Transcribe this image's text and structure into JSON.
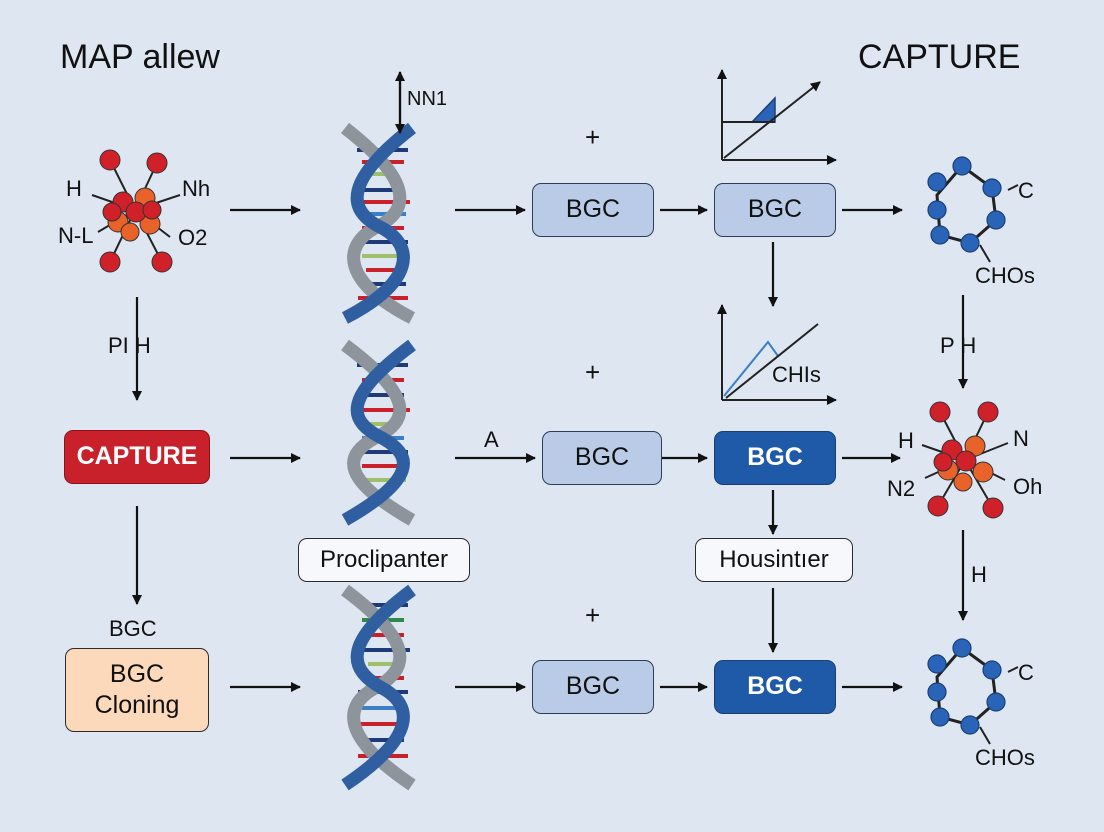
{
  "titles": {
    "left": "MAP allew",
    "right": "CAPTURE"
  },
  "molecule_top_left": {
    "h": "H",
    "n_right": "Nh",
    "n_left": "N-L",
    "o": "O2"
  },
  "arrow_top_dna_label": "NN1",
  "plus_sign": "+",
  "left_column": {
    "arrow_label": "PI  H",
    "capture_box": "CAPTURE",
    "bgc_label": "BGC",
    "cloning_line1": "BGC",
    "cloning_line2": "Cloning"
  },
  "middle": {
    "arrow_a_label": "A",
    "proclipanter": "Proclipanter",
    "housintier": "Housintıer"
  },
  "boxes": {
    "bgc": "BGC"
  },
  "graph_mid_label": "CHIs",
  "right_column": {
    "ring_top": {
      "c": "C",
      "cho": "CHOs"
    },
    "arrow_label_1": "P  H",
    "molecule_mid": {
      "h": "H",
      "n": "N",
      "n2": "N2",
      "o": "Oh"
    },
    "arrow_label_2": "H",
    "ring_bottom": {
      "c": "C",
      "cho": "CHOs"
    }
  },
  "colors": {
    "background": "#dde6f1",
    "light_box": "#b9cbe6",
    "dark_box": "#1e5aa8",
    "red_box": "#c8212b",
    "orange_box": "#fbd9ba",
    "atom_red": "#d0202a",
    "atom_orange": "#e8622a",
    "atom_blue": "#2a64b8"
  }
}
